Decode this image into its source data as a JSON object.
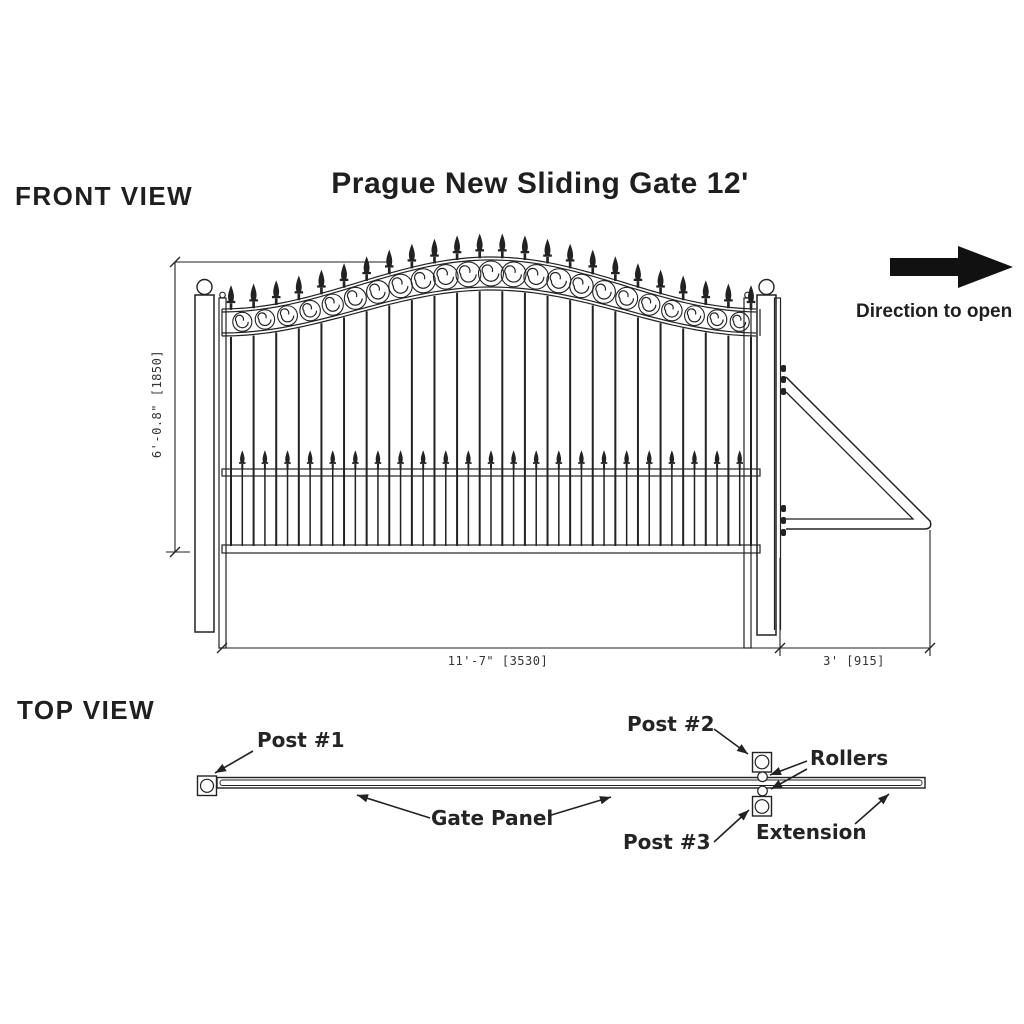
{
  "title": "Prague New Sliding Gate 12'",
  "front_view": {
    "label": "FRONT VIEW",
    "direction_to_open": "Direction to open",
    "dim_height": "6'-0.8\" [1850]",
    "dim_width": "11'-7\" [3530]",
    "dim_extension": "3' [915]"
  },
  "top_view": {
    "label": "TOP VIEW",
    "post1": "Post #1",
    "post2": "Post #2",
    "post3": "Post #3",
    "rollers": "Rollers",
    "gate_panel": "Gate Panel",
    "extension": "Extension"
  },
  "colors": {
    "ink": "#222222",
    "background": "#ffffff"
  }
}
